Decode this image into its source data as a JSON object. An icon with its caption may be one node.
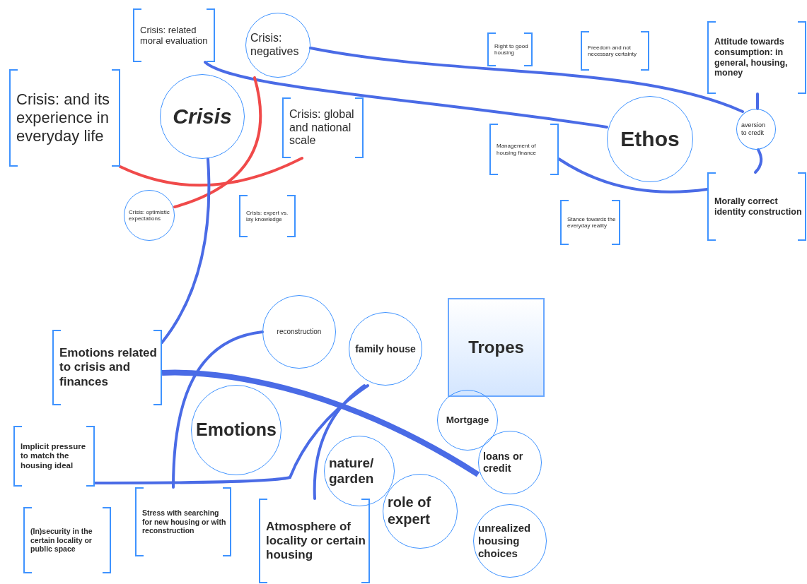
{
  "diagram": {
    "nodes": [
      {
        "text": [
          "Crisis: related moral evaluation"
        ]
      },
      {
        "text": [
          "Crisis: negatives"
        ]
      },
      {
        "text": [
          "Crisis: and its experience in everyday life"
        ]
      },
      {
        "text": [
          "Crisis"
        ]
      },
      {
        "text": [
          "Crisis: global and national scale"
        ]
      },
      {
        "text": [
          "Crisis: optimistic expectations"
        ]
      },
      {
        "text": [
          "Crisis: expert vs. lay knowledge"
        ]
      },
      {
        "text": [
          "Right to good housing"
        ]
      },
      {
        "text": [
          "Freedom and not necessary certainty"
        ]
      },
      {
        "text": [
          "Attitude towards consumption: in general, housing, money"
        ]
      },
      {
        "text": [
          "Management of housing finance"
        ]
      },
      {
        "text": [
          "Ethos"
        ]
      },
      {
        "text": [
          "aversion to credit"
        ]
      },
      {
        "text": [
          "Stance towards the everyday reality"
        ]
      },
      {
        "text": [
          "Morally correct identity construction"
        ]
      },
      {
        "text": [
          "Emotions related to crisis and finances"
        ]
      },
      {
        "text": [
          "reconstruction"
        ]
      },
      {
        "text": [
          "family house"
        ]
      },
      {
        "text": [
          "Tropes"
        ]
      },
      {
        "text": [
          "Emotions"
        ]
      },
      {
        "text": [
          "Implicit pressure to match the housing ideal"
        ]
      },
      {
        "text": [
          "Mortgage"
        ]
      },
      {
        "text": [
          "loans or credit"
        ]
      },
      {
        "text": [
          "nature/ garden"
        ]
      },
      {
        "text": [
          "Stress with searching for new housing or with reconstruction"
        ]
      },
      {
        "text": [
          "role of expert"
        ]
      },
      {
        "text": [
          "(In)security in the certain locality or public space"
        ]
      },
      {
        "text": [
          "Atmosphere of locality or certain housing"
        ]
      },
      {
        "text": [
          "unrealized housing choices"
        ]
      }
    ],
    "edges": [
      {
        "from": 0,
        "to": 11,
        "arrow": "none"
      },
      {
        "from": 1,
        "to": 12,
        "arrow": "none"
      },
      {
        "from": 1,
        "to": 5,
        "arrow": "none",
        "color": "#f04a4a"
      },
      {
        "from": 2,
        "to": 4,
        "arrow": "none",
        "color": "#f04a4a"
      },
      {
        "from": 3,
        "to": 15,
        "arrow": "none"
      },
      {
        "from": 9,
        "to": 12,
        "arrow": "none"
      },
      {
        "from": 12,
        "to": 14,
        "arrow": "none"
      },
      {
        "from": 10,
        "to": 14,
        "arrow": "none"
      },
      {
        "from": 15,
        "to": 22,
        "arrow": "none",
        "style": "thick"
      },
      {
        "from": 16,
        "to": 24,
        "arrow": "none"
      },
      {
        "from": 17,
        "to": 20,
        "arrow": "none"
      },
      {
        "from": 17,
        "to": 27,
        "arrow": "none"
      }
    ]
  }
}
